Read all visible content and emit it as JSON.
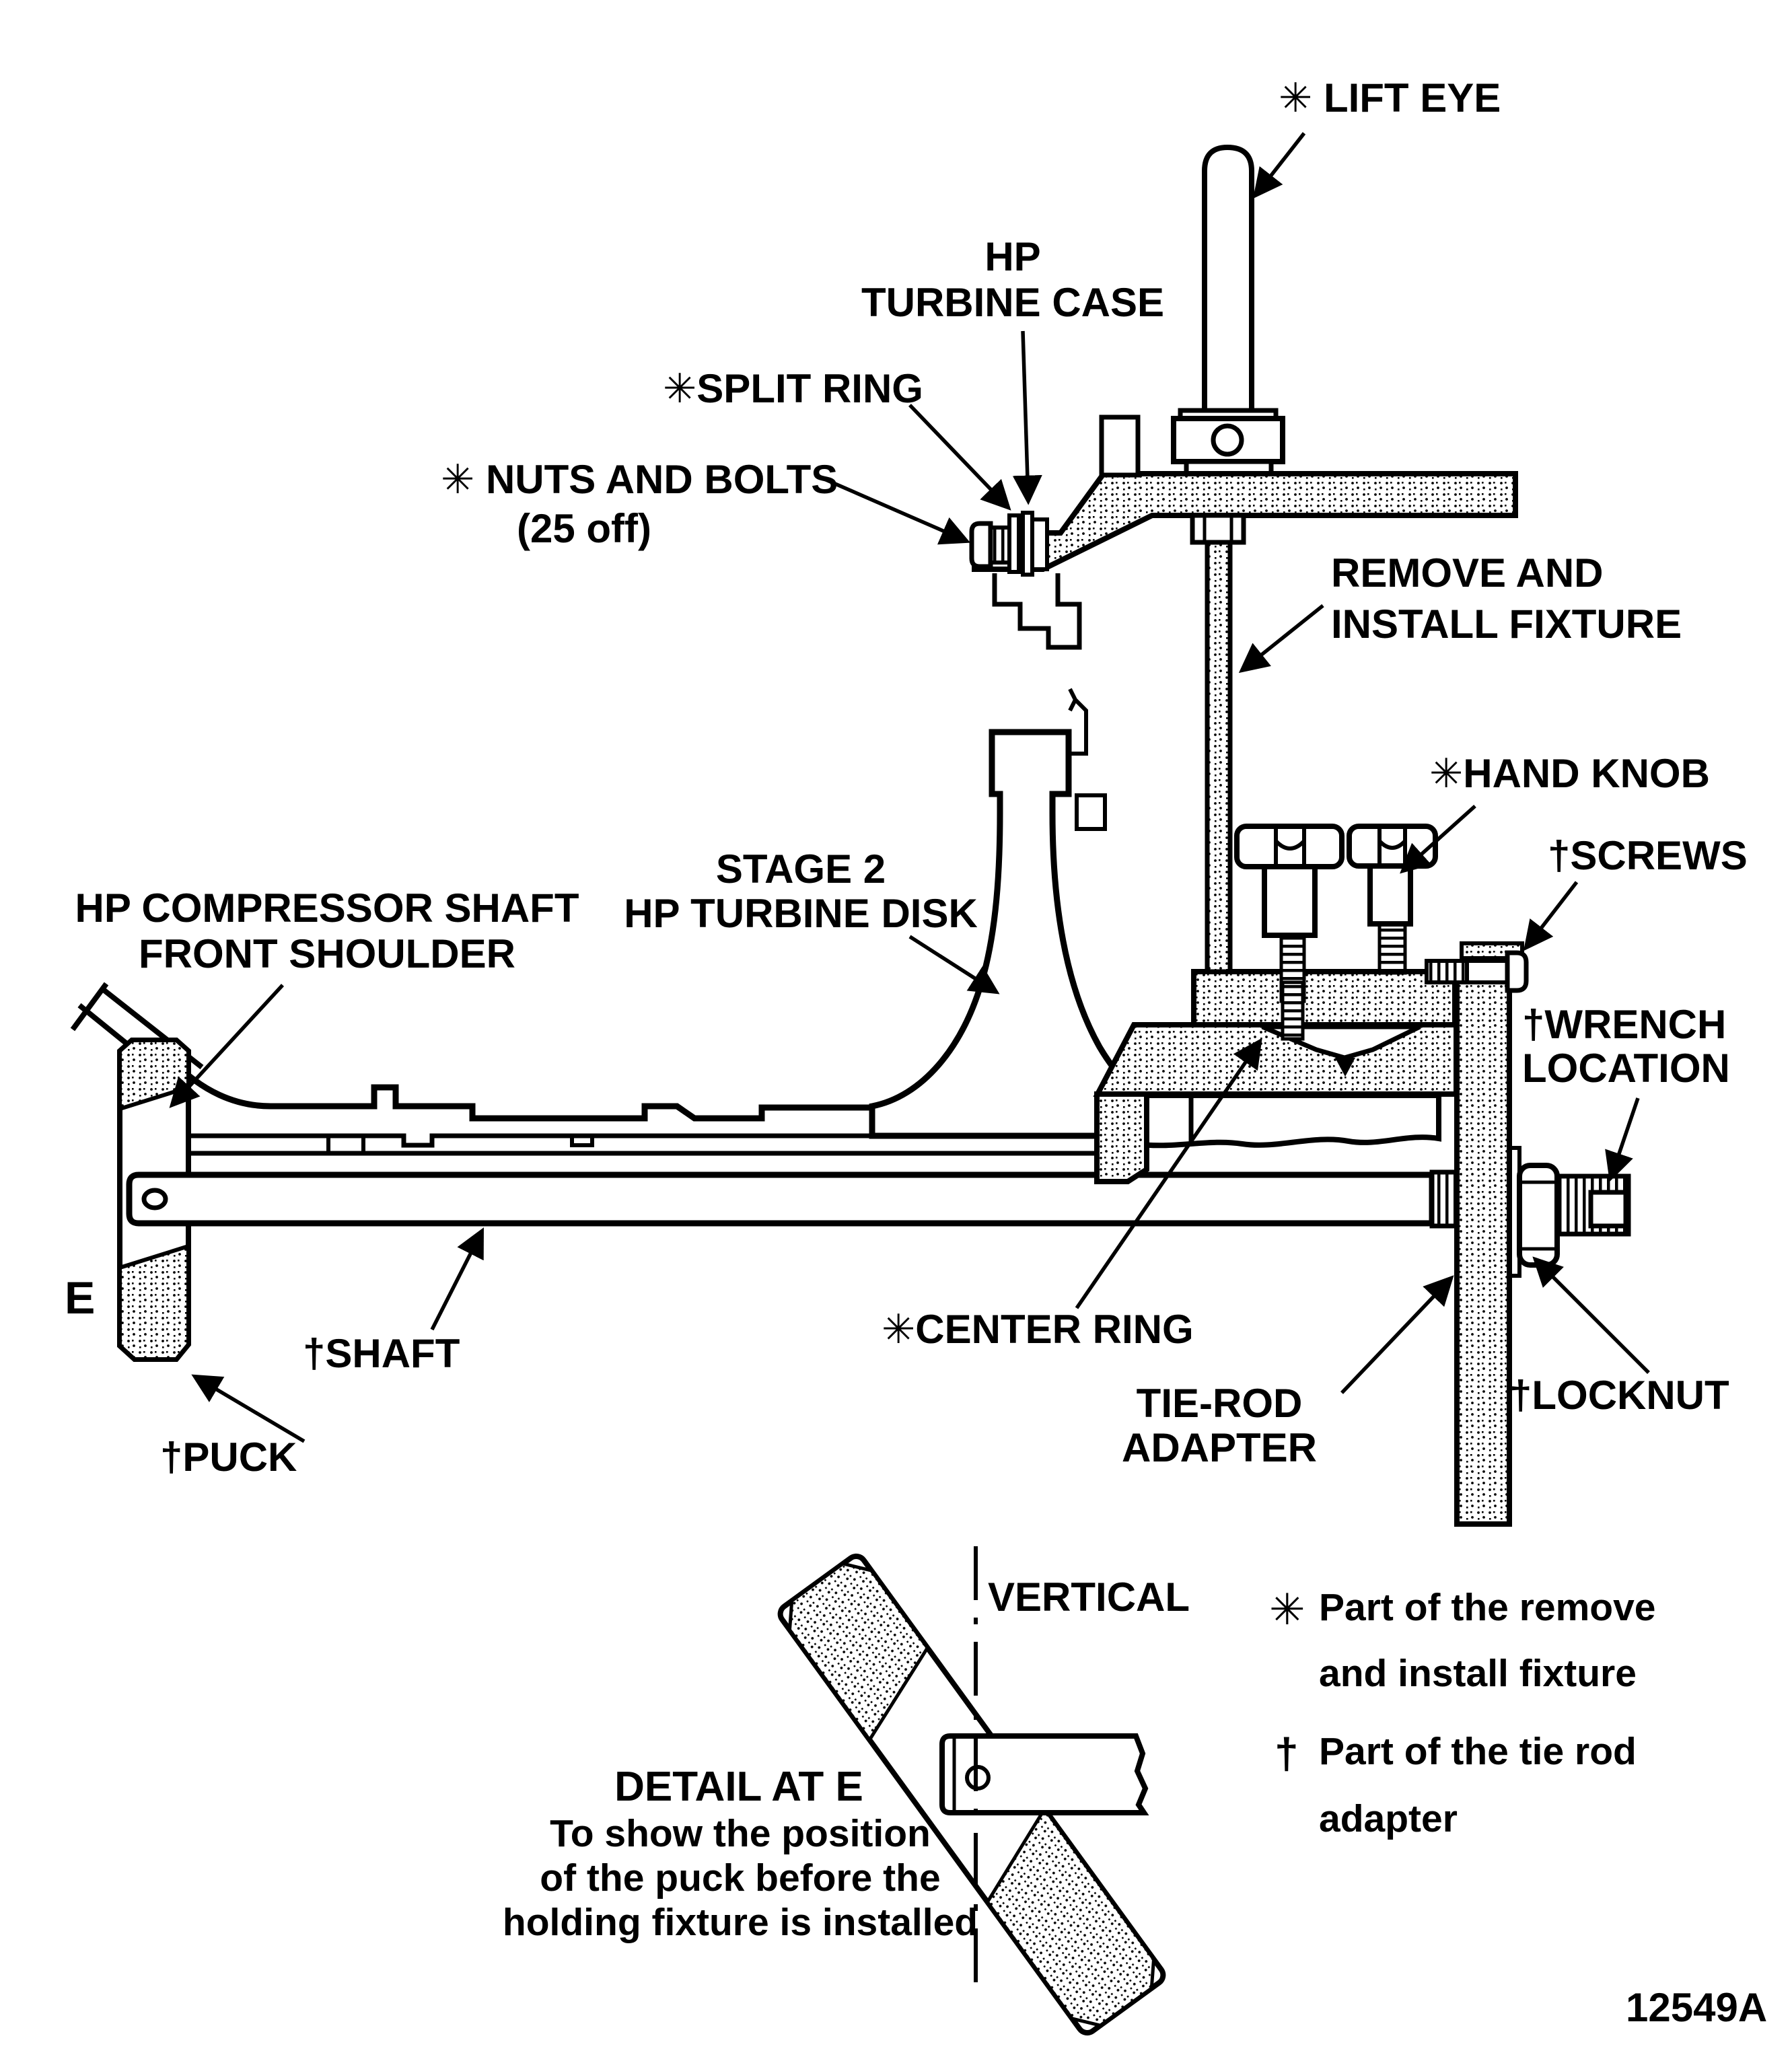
{
  "figure_number": "12549A",
  "colors": {
    "ink": "#000000",
    "paper": "#ffffff"
  },
  "labels": {
    "lift_eye": "✳ LIFT EYE",
    "hp_turbine_case_1": "HP",
    "hp_turbine_case_2": "TURBINE CASE",
    "split_ring": "✳SPLIT RING",
    "nuts_and_bolts_1": "✳ NUTS AND BOLTS",
    "nuts_and_bolts_2": "(25 off)",
    "remove_install_1": "REMOVE AND",
    "remove_install_2": "INSTALL FIXTURE",
    "hand_knob": "✳HAND KNOB",
    "screws": "†SCREWS",
    "stage2_1": "STAGE 2",
    "stage2_2": "HP TURBINE DISK",
    "compressor_shoulder_1": "HP COMPRESSOR SHAFT",
    "compressor_shoulder_2": "FRONT SHOULDER",
    "wrench_location_1": "†WRENCH",
    "wrench_location_2": "LOCATION",
    "center_ring": "✳CENTER RING",
    "shaft": "†SHAFT",
    "tie_rod_adapter_1": "TIE-ROD",
    "tie_rod_adapter_2": "ADAPTER",
    "locknut": "†LOCKNUT",
    "puck": "†PUCK",
    "e_marker": "E",
    "vertical": "VERTICAL",
    "detail_title": "DETAIL AT E",
    "detail_caption_1": "To show the position",
    "detail_caption_2": "of the puck before the",
    "detail_caption_3": "holding fixture is installed",
    "legend_fixture_symbol": "✳",
    "legend_fixture_1": "Part of the remove",
    "legend_fixture_2": "and install fixture",
    "legend_adapter_symbol": "†",
    "legend_adapter_1": "Part of the tie rod",
    "legend_adapter_2": "adapter"
  }
}
